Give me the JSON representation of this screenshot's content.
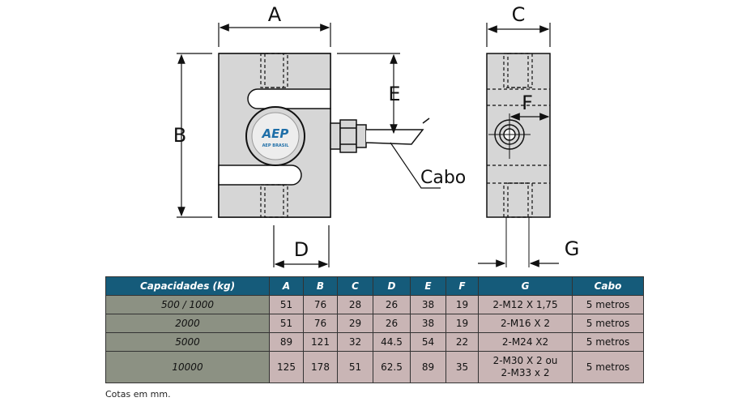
{
  "drawing": {
    "labels": {
      "A": "A",
      "B": "B",
      "C": "C",
      "D": "D",
      "E": "E",
      "F": "F",
      "G": "G"
    },
    "cable_label": "Cabo",
    "logo_text": "AEP",
    "logo_subtext": "AEP BRASIL"
  },
  "table": {
    "headers": [
      "Capacidades (kg)",
      "A",
      "B",
      "C",
      "D",
      "E",
      "F",
      "G",
      "Cabo"
    ],
    "rows": [
      {
        "cap": "500 / 1000",
        "A": "51",
        "B": "76",
        "C": "28",
        "D": "26",
        "E": "38",
        "F": "19",
        "G": "2-M12 X 1,75",
        "cabo": "5 metros"
      },
      {
        "cap": "2000",
        "A": "51",
        "B": "76",
        "C": "29",
        "D": "26",
        "E": "38",
        "F": "19",
        "G": "2-M16 X 2",
        "cabo": "5 metros"
      },
      {
        "cap": "5000",
        "A": "89",
        "B": "121",
        "C": "32",
        "D": "44.5",
        "E": "54",
        "F": "22",
        "G": "2-M24 X2",
        "cabo": "5 metros"
      },
      {
        "cap": "10000",
        "A": "125",
        "B": "178",
        "C": "51",
        "D": "62.5",
        "E": "89",
        "F": "35",
        "G": "2-M30 X 2 ou",
        "G2": "2-M33 x 2",
        "cabo": "5 metros"
      }
    ]
  },
  "note": "Cotas em mm."
}
